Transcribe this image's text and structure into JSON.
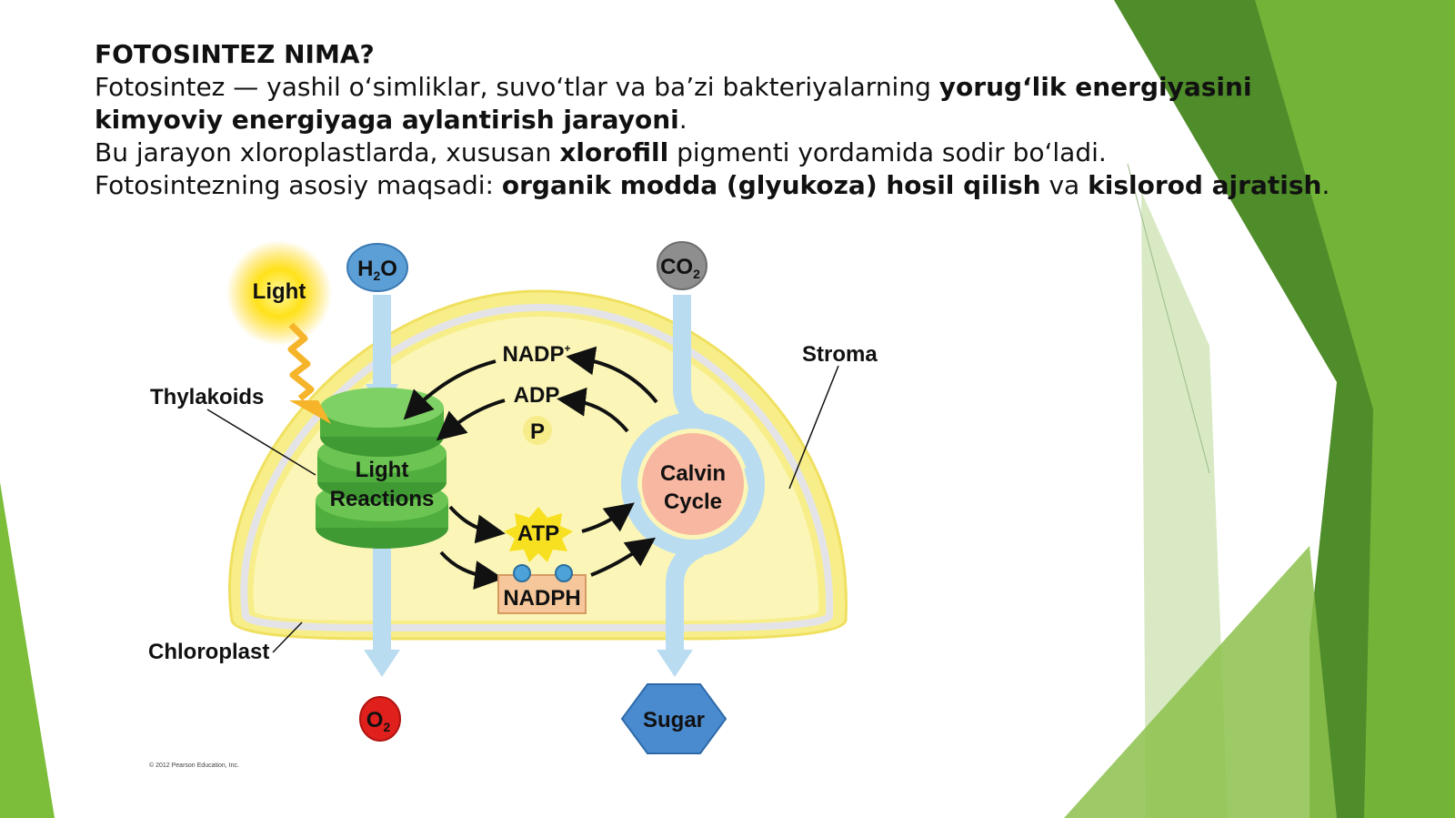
{
  "intro": {
    "heading": "FOTOSINTEZ NIMA?",
    "p1_a": "Fotosintez — yashil o‘simliklar, suvo‘tlar va ba’zi bakteriyalarning ",
    "p1_b": "yorug‘lik energiyasini kimyoviy energiyaga aylantirish jarayoni",
    "p1_c": ".",
    "p2_a": "Bu jarayon xloroplastlarda, xususan ",
    "p2_b": "xlorofill",
    "p2_c": " pigmenti yordamida sodir bo‘ladi.",
    "p3_a": "Fotosintezning asosiy maqsadi: ",
    "p3_b": "organik modda (glyukoza) hosil qilish",
    "p3_c": " va ",
    "p3_d": "kislorod ajratish",
    "p3_e": "."
  },
  "diagram": {
    "light": "Light",
    "h2o_main": "H",
    "h2o_sub": "2",
    "h2o_tail": "O",
    "co2_main": "CO",
    "co2_sub": "2",
    "o2_main": "O",
    "o2_sub": "2",
    "nadp_main": "NADP",
    "nadp_sup": "+",
    "adp": "ADP",
    "p": "P",
    "atp": "ATP",
    "nadph": "NADPH",
    "light_reactions_1": "Light",
    "light_reactions_2": "Reactions",
    "calvin_1": "Calvin",
    "calvin_2": "Cycle",
    "thylakoids": "Thylakoids",
    "stroma": "Stroma",
    "chloroplast": "Chloroplast",
    "sugar": "Sugar",
    "copyright": "© 2012 Pearson Education, Inc."
  },
  "colors": {
    "chloroplast_fill": "#fbf6b8",
    "chloroplast_rim": "#f2e56a",
    "thylakoid_green": "#4fae3e",
    "flow_blue": "#b9dcf0",
    "calvin_pink": "#f7b7a0",
    "nadph_tan": "#f5c79a",
    "atp_yellow": "#f7e020",
    "o2_red": "#e0201c",
    "co2_gray": "#8e8e8e",
    "h2o_blue": "#5b9fd6",
    "sugar_blue": "#4a8bd0",
    "deco_green": "#72b835"
  }
}
